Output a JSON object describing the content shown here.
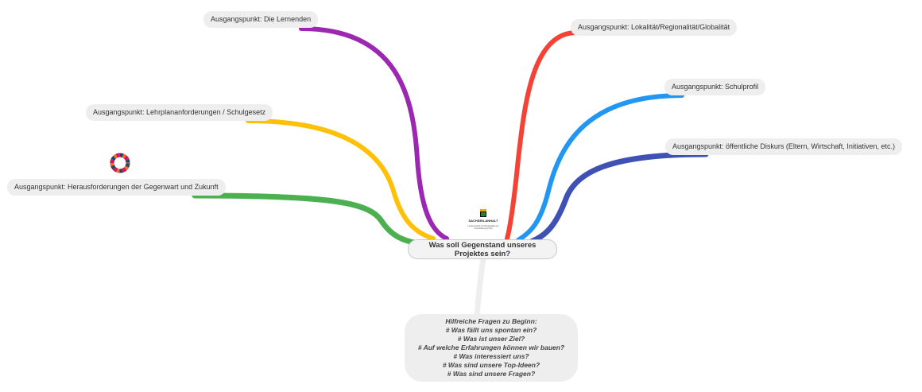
{
  "center": {
    "title": "Was soll Gegenstand unseres Projektes sein?",
    "logo_text": "SACHSEN-ANHALT",
    "logo_sub": "Landesinstitut für Schulqualität und Lehrerbildung (LISA)"
  },
  "branches": {
    "lernende": {
      "label": "Ausgangspunkt: Die Lernenden",
      "color": "#9c27b0"
    },
    "lehrplan": {
      "label": "Ausgangspunkt: Lehrplananforderungen / Schulgesetz",
      "color": "#ffc107"
    },
    "herausforderungen": {
      "label": "Ausgangspunkt: Herausforderungen der Gegenwart und Zukunft",
      "color": "#4caf50",
      "icon": "sdg-wheel-icon"
    },
    "lokalitaet": {
      "label": "Ausgangspunkt: Lokalität/Regionalität/Globalität",
      "color": "#f44336"
    },
    "schulprofil": {
      "label": "Ausgangspunkt: Schulprofil",
      "color": "#2196f3"
    },
    "diskurs": {
      "label": "Ausgangspunkt: öffentliche Diskurs (Eltern, Wirtschaft, Initiativen, etc.)",
      "color": "#3f51b5"
    }
  },
  "questions": {
    "color": "#eeeeee",
    "lines": [
      "Hilfreiche Fragen zu Beginn:",
      "# Was fällt uns spontan ein?",
      "# Was ist unser Ziel?",
      "# Auf welche Erfahrungen können wir bauen?",
      "# Was interessiert uns?",
      "# Was sind unsere Top-Ideen?",
      "# Was sind unsere Fragen?"
    ]
  }
}
